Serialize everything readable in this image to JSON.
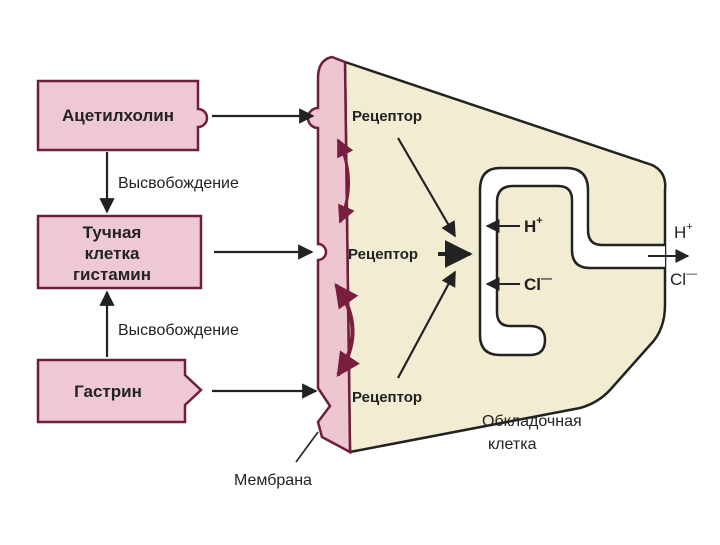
{
  "boxes": {
    "acetylcholine": "Ацетилхолин",
    "mast_cell_line1": "Тучная",
    "mast_cell_line2": "клетка",
    "mast_cell_line3": "гистамин",
    "gastrin": "Гастрин"
  },
  "labels": {
    "release_top": "Высвобождение",
    "release_bottom": "Высвобождение",
    "receptor_top": "Рецептор",
    "receptor_middle": "Рецептор",
    "receptor_bottom": "Рецептор",
    "membrane": "Мембрана",
    "parietal_line1": "Обкладочная",
    "parietal_line2": "клетка"
  },
  "ions": {
    "h_inside": "H",
    "h_inside_sup": "+",
    "cl_inside": "Cl",
    "cl_inside_sup": "—",
    "h_out": "H",
    "h_out_sup": "+",
    "cl_out": "Cl",
    "cl_out_sup": "—"
  },
  "colors": {
    "box_fill": "#eec9d3",
    "box_stroke": "#6e1f3c",
    "cell_fill": "#f1ecd2",
    "membrane_fill": "#eec6cf",
    "membrane_accent": "#7a1e3f",
    "line": "#222222"
  }
}
